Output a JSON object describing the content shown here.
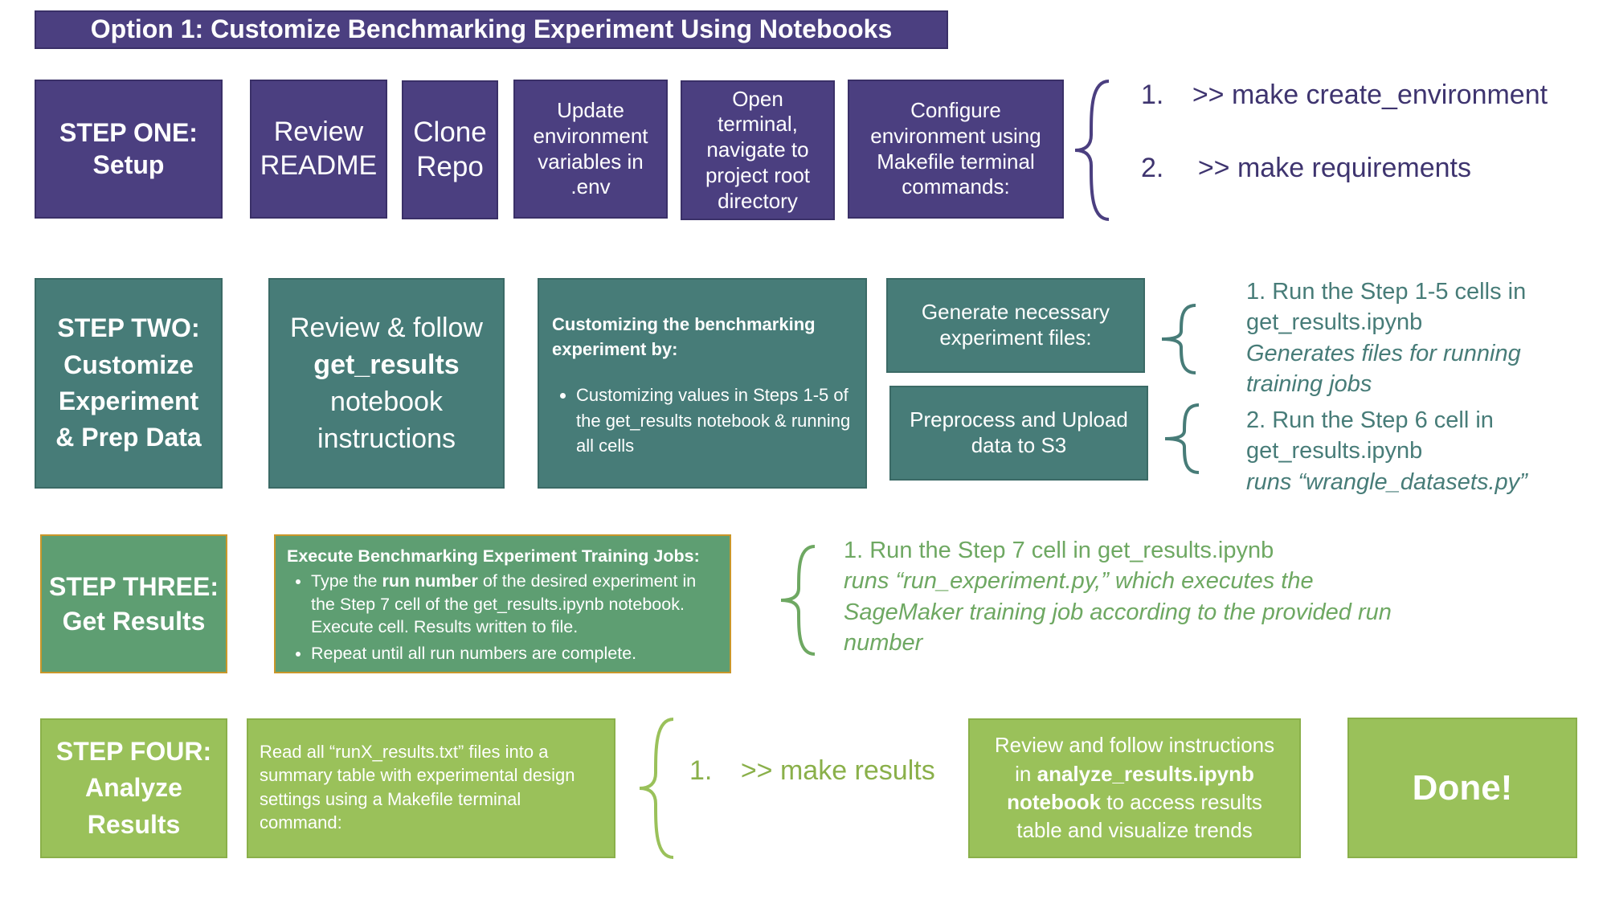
{
  "title": "Option 1: Customize Benchmarking Experiment Using Notebooks",
  "colors": {
    "purple": "#4b3f80",
    "teal": "#477c78",
    "green_mid": "#5e9e72",
    "green_light": "#9ac15a",
    "purple_text": "#3e346f",
    "teal_text": "#477c78",
    "green_text": "#6ea862",
    "green_light_text": "#8ab04a"
  },
  "step1": {
    "label_line1": "STEP ONE:",
    "label_line2": "Setup",
    "boxes": [
      {
        "line1": "Review",
        "line2": "README"
      },
      {
        "line1": "Clone",
        "line2": "Repo"
      },
      {
        "line1": "Update",
        "line2": "environment",
        "line3": "variables in",
        "line4": ".env"
      },
      {
        "line1": "Open",
        "line2": "terminal,",
        "line3": "navigate to",
        "line4": "project root",
        "line5": "directory"
      },
      {
        "line1": "Configure",
        "line2": "environment using",
        "line3": "Makefile terminal",
        "line4": "commands:"
      }
    ],
    "commands": [
      {
        "num": "1.",
        "text": ">> make create_environment"
      },
      {
        "num": "2.",
        "text": ">> make requirements"
      }
    ]
  },
  "step2": {
    "label_line1": "STEP TWO:",
    "label_line2": "Customize",
    "label_line3": "Experiment",
    "label_line4": "& Prep Data",
    "review_line1": "Review & follow",
    "review_line2": "get_results",
    "review_line3": "notebook",
    "review_line4": "instructions",
    "customize_title_line1": "Customizing the benchmarking",
    "customize_title_line2": "experiment by:",
    "customize_bullet": "Customizing values in Steps 1-5 of the get_results notebook & running all cells",
    "generate_line1": "Generate necessary",
    "generate_line2": "experiment files:",
    "preprocess_line1": "Preprocess and Upload",
    "preprocess_line2": "data to S3",
    "note1_line1": "1. Run the Step 1-5 cells in",
    "note1_line2": "get_results.ipynb",
    "note1_italic1": "Generates files for running",
    "note1_italic2": "training jobs",
    "note2_line1": "2. Run the Step 6 cell in",
    "note2_line2": "get_results.ipynb",
    "note2_italic": "runs “wrangle_datasets.py”"
  },
  "step3": {
    "label_line1": "STEP THREE:",
    "label_line2": "Get Results",
    "execute_title": "Execute Benchmarking Experiment Training Jobs:",
    "bullet1_pre": "Type the ",
    "bullet1_bold": "run number",
    "bullet1_post": " of the desired experiment in the Step 7 cell of the get_results.ipynb notebook. Execute cell. Results written to file.",
    "bullet2": "Repeat until all run numbers are complete.",
    "note_line1": "1. Run the Step 7 cell in get_results.ipynb",
    "note_italic1": "runs “run_experiment.py,” which executes the",
    "note_italic2": "SageMaker training job according to the provided run",
    "note_italic3": "number"
  },
  "step4": {
    "label_line1": "STEP FOUR:",
    "label_line2": "Analyze",
    "label_line3": "Results",
    "read_line1": "Read all “runX_results.txt” files into a",
    "read_line2": "summary table with experimental design",
    "read_line3": "settings using a Makefile terminal",
    "read_line4": "command:",
    "command_num": "1.",
    "command_text": ">> make results",
    "review_line1": "Review and follow instructions",
    "review_in": "in ",
    "review_bold1": "analyze_results.ipynb",
    "review_bold2": "notebook",
    "review_line3_rest": " to access results",
    "review_line4": "table and visualize trends",
    "done": "Done!"
  }
}
